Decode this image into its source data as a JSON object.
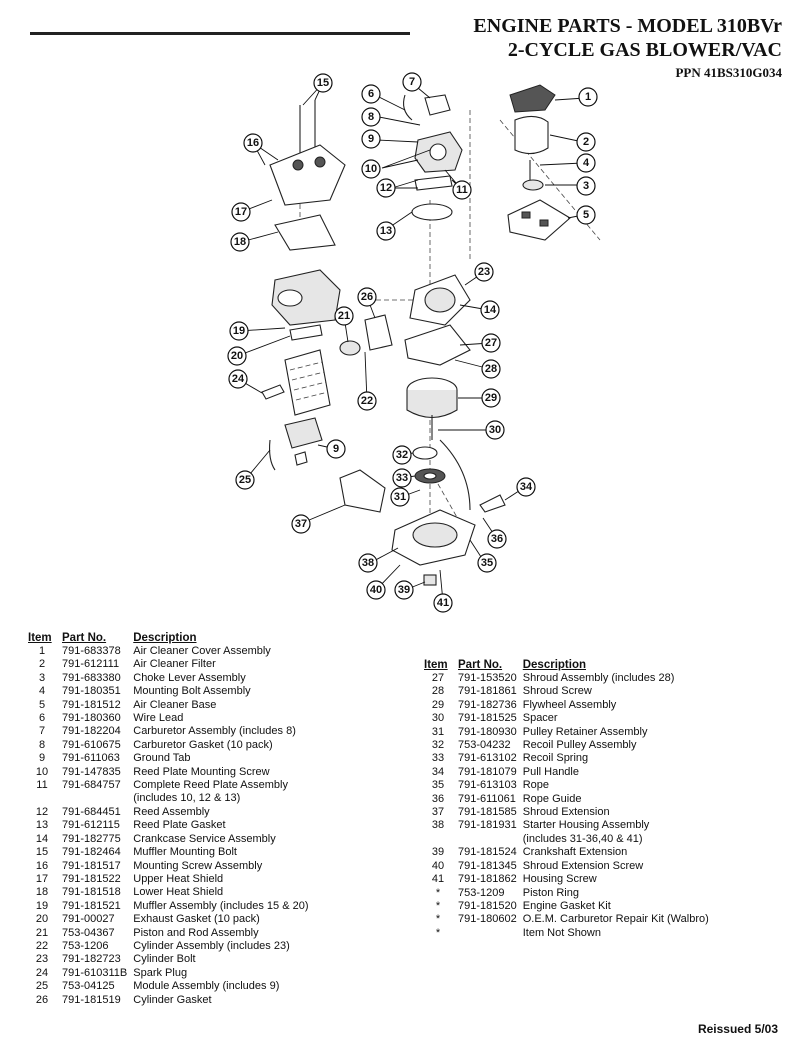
{
  "header": {
    "title_line1": "ENGINE PARTS - MODEL 310BVr",
    "title_line2": "2-CYCLE GAS BLOWER/VAC",
    "ppn": "PPN 41BS310G034"
  },
  "table_headers": {
    "item": "Item",
    "part_no": "Part No.",
    "description": "Description"
  },
  "parts_left": [
    {
      "item": "1",
      "part": "791-683378",
      "desc": "Air Cleaner Cover Assembly"
    },
    {
      "item": "2",
      "part": "791-612111",
      "desc": "Air Cleaner Filter"
    },
    {
      "item": "3",
      "part": "791-683380",
      "desc": "Choke Lever Assembly"
    },
    {
      "item": "4",
      "part": "791-180351",
      "desc": "Mounting Bolt Assembly"
    },
    {
      "item": "5",
      "part": "791-181512",
      "desc": "Air Cleaner Base"
    },
    {
      "item": "6",
      "part": "791-180360",
      "desc": "Wire Lead"
    },
    {
      "item": "7",
      "part": "791-182204",
      "desc": "Carburetor Assembly (includes 8)"
    },
    {
      "item": "8",
      "part": "791-610675",
      "desc": "Carburetor Gasket (10 pack)"
    },
    {
      "item": "9",
      "part": "791-611063",
      "desc": "Ground Tab"
    },
    {
      "item": "10",
      "part": "791-147835",
      "desc": "Reed Plate Mounting Screw"
    },
    {
      "item": "11",
      "part": "791-684757",
      "desc": "Complete Reed Plate Assembly"
    },
    {
      "item": "",
      "part": "",
      "desc": "(includes 10, 12 & 13)"
    },
    {
      "item": "12",
      "part": "791-684451",
      "desc": "Reed Assembly"
    },
    {
      "item": "13",
      "part": "791-612115",
      "desc": "Reed Plate Gasket"
    },
    {
      "item": "14",
      "part": "791-182775",
      "desc": "Crankcase Service Assembly"
    },
    {
      "item": "15",
      "part": "791-182464",
      "desc": "Muffler Mounting Bolt"
    },
    {
      "item": "16",
      "part": "791-181517",
      "desc": "Mounting Screw Assembly"
    },
    {
      "item": "17",
      "part": "791-181522",
      "desc": "Upper Heat Shield"
    },
    {
      "item": "18",
      "part": "791-181518",
      "desc": "Lower Heat Shield"
    },
    {
      "item": "19",
      "part": "791-181521",
      "desc": "Muffler Assembly (includes 15 & 20)"
    },
    {
      "item": "20",
      "part": "791-00027",
      "desc": "Exhaust Gasket (10 pack)"
    },
    {
      "item": "21",
      "part": "753-04367",
      "desc": "Piston and Rod Assembly"
    },
    {
      "item": "22",
      "part": "753-1206",
      "desc": "Cylinder Assembly (includes 23)"
    },
    {
      "item": "23",
      "part": "791-182723",
      "desc": "Cylinder Bolt"
    },
    {
      "item": "24",
      "part": "791-610311B",
      "desc": "Spark Plug"
    },
    {
      "item": "25",
      "part": "753-04125",
      "desc": "Module Assembly (includes 9)"
    },
    {
      "item": "26",
      "part": "791-181519",
      "desc": "Cylinder Gasket"
    }
  ],
  "parts_right": [
    {
      "item": "27",
      "part": "791-153520",
      "desc": "Shroud Assembly (includes 28)"
    },
    {
      "item": "28",
      "part": "791-181861",
      "desc": "Shroud Screw"
    },
    {
      "item": "29",
      "part": "791-182736",
      "desc": "Flywheel  Assembly"
    },
    {
      "item": "30",
      "part": "791-181525",
      "desc": "Spacer"
    },
    {
      "item": "31",
      "part": "791-180930",
      "desc": "Pulley Retainer Assembly"
    },
    {
      "item": "32",
      "part": "753-04232",
      "desc": "Recoil Pulley Assembly"
    },
    {
      "item": "33",
      "part": "791-613102",
      "desc": "Recoil Spring"
    },
    {
      "item": "34",
      "part": "791-181079",
      "desc": "Pull Handle"
    },
    {
      "item": "35",
      "part": "791-613103",
      "desc": "Rope"
    },
    {
      "item": "36",
      "part": "791-611061",
      "desc": "Rope Guide"
    },
    {
      "item": "37",
      "part": "791-181585",
      "desc": "Shroud Extension"
    },
    {
      "item": "38",
      "part": "791-181931",
      "desc": "Starter Housing Assembly"
    },
    {
      "item": "",
      "part": "",
      "desc": "(includes 31-36,40 & 41)"
    },
    {
      "item": "39",
      "part": "791-181524",
      "desc": "Crankshaft Extension"
    },
    {
      "item": "40",
      "part": "791-181345",
      "desc": "Shroud Extension Screw"
    },
    {
      "item": "41",
      "part": "791-181862",
      "desc": "Housing Screw"
    },
    {
      "item": "*",
      "part": "753-1209",
      "desc": "Piston Ring"
    },
    {
      "item": "*",
      "part": "791-181520",
      "desc": "Engine Gasket Kit"
    },
    {
      "item": "*",
      "part": "791-180602",
      "desc": "O.E.M. Carburetor Repair Kit (Walbro)"
    },
    {
      "item": "",
      "part": "",
      "desc": ""
    },
    {
      "item": "*",
      "part": "",
      "desc": "Item Not Shown"
    }
  ],
  "callouts": [
    "1",
    "2",
    "3",
    "4",
    "5",
    "6",
    "7",
    "8",
    "9",
    "9",
    "10",
    "11",
    "12",
    "13",
    "14",
    "15",
    "16",
    "17",
    "18",
    "19",
    "20",
    "21",
    "22",
    "23",
    "24",
    "25",
    "26",
    "27",
    "28",
    "29",
    "30",
    "31",
    "32",
    "33",
    "34",
    "35",
    "36",
    "37",
    "38",
    "39",
    "40",
    "41"
  ],
  "footer": "Reissued 5/03"
}
